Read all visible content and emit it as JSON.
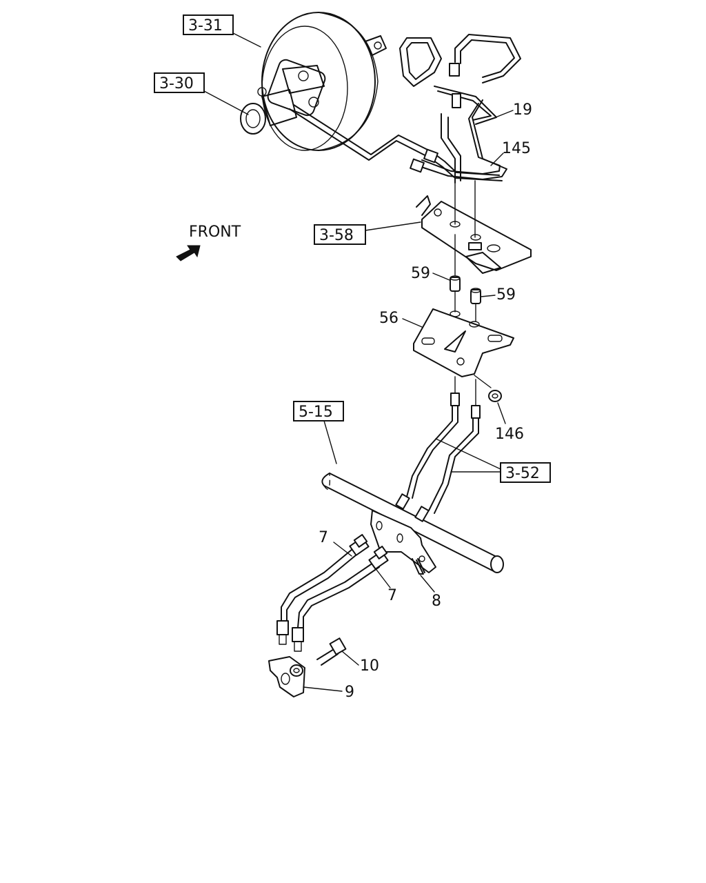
{
  "front_label": "FRONT",
  "refs": {
    "r3_31": "3-31",
    "r3_30": "3-30",
    "r3_58": "3-58",
    "r5_15": "5-15",
    "r3_52": "3-52"
  },
  "parts": {
    "p19": "19",
    "p145": "145",
    "p59a": "59",
    "p59b": "59",
    "p56": "56",
    "p146": "146",
    "p7a": "7",
    "p7b": "7",
    "p8": "8",
    "p10": "10",
    "p9": "9"
  }
}
